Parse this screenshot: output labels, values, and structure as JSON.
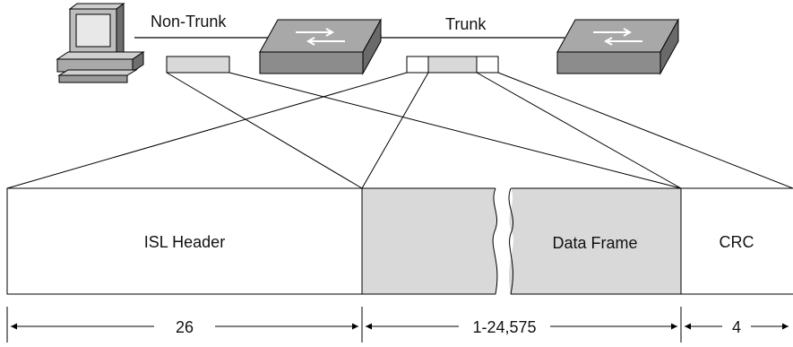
{
  "links": {
    "non_trunk_label": "Non-Trunk",
    "trunk_label": "Trunk"
  },
  "frame": {
    "header_label": "ISL Header",
    "data_label": "Data Frame",
    "crc_label": "CRC"
  },
  "sizes": {
    "header_size": "26",
    "data_size": "1-24,575",
    "crc_size": "4"
  },
  "colors": {
    "data_fill": "#d9d9d9",
    "switch_fill": "#8c8c8c",
    "line": "#000000"
  }
}
